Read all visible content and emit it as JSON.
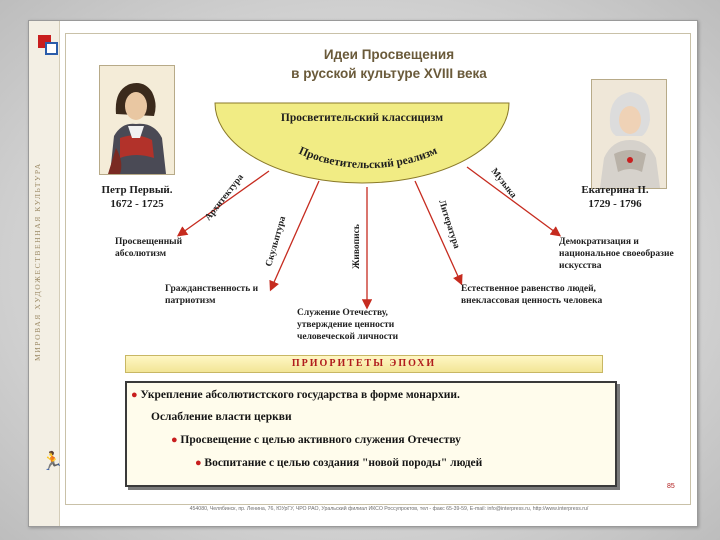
{
  "title": {
    "line1": "Идеи Просвещения",
    "line2": "в русской культуре XVIII века"
  },
  "sidebar": {
    "vertical_title": "МИРОВАЯ ХУДОЖЕСТВЕННАЯ КУЛЬТУРА"
  },
  "left_person": {
    "name": "Петр Первый.",
    "years": "1672 - 1725"
  },
  "right_person": {
    "name": "Екатерина II.",
    "years": "1729 - 1796"
  },
  "semicircle": {
    "top_label": "Просветительский классицизм",
    "arc_label": "Просветительский реализм"
  },
  "arts": [
    "Архитектура",
    "Скульптура",
    "Живопись",
    "Литература",
    "Музыка"
  ],
  "ideas": [
    "Просвещенный абсолютизм",
    "Гражданственность и патриотизм",
    "Служение Отечеству, утверждение ценности человеческой личности",
    "Естественное равенство людей, внеклассовая ценность человека",
    "Демократизация и национальное своеобразие искусства"
  ],
  "priorities": {
    "header": "ПРИОРИТЕТЫ ЭПОХИ",
    "items": [
      "Укрепление абсолютистского государства в форме монархии.",
      "Ослабление власти церкви",
      "Просвещение с целью активного служения Отечеству",
      "Воспитание с целью создания \"новой породы\" людей"
    ]
  },
  "page_number": "85",
  "footer": "454080, Челябинск, пр. Ленина, 76, ЮУрГУ, ЧРО РАО, Уральский филиал ИКСО Россупроктов, тел - факс 65-39-59, E-mail: info@interpress.ru, http://www.interpress.ru/",
  "colors": {
    "semicircle_fill": "#f1ec84",
    "arrow": "#c62b1f",
    "accent": "#b01c1c",
    "text": "#1f1f1f"
  },
  "icons": [
    "logo-icon",
    "runner-icon"
  ]
}
